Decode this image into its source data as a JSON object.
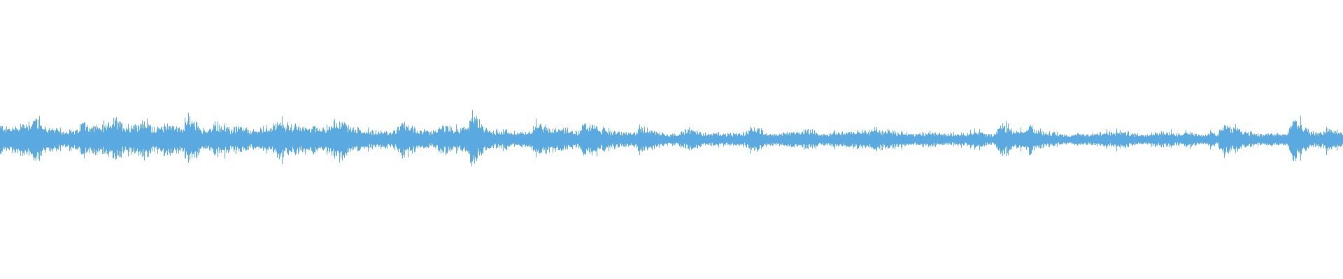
{
  "waveform": {
    "color": "#5aa9e0",
    "background": "#ffffff",
    "amplitude_envelope": [
      0.1,
      0.08,
      0.09,
      0.11,
      0.12,
      0.16,
      0.1,
      0.08,
      0.07,
      0.06,
      0.07,
      0.06,
      0.13,
      0.09,
      0.1,
      0.08,
      0.14,
      0.12,
      0.1,
      0.11,
      0.12,
      0.13,
      0.09,
      0.08,
      0.12,
      0.1,
      0.08,
      0.16,
      0.12,
      0.08,
      0.06,
      0.12,
      0.1,
      0.07,
      0.09,
      0.08,
      0.06,
      0.07,
      0.08,
      0.1,
      0.12,
      0.11,
      0.1,
      0.09,
      0.09,
      0.1,
      0.08,
      0.09,
      0.12,
      0.14,
      0.1,
      0.08,
      0.07,
      0.06,
      0.06,
      0.06,
      0.05,
      0.07,
      0.12,
      0.1,
      0.07,
      0.06,
      0.05,
      0.08,
      0.1,
      0.08,
      0.07,
      0.09,
      0.19,
      0.11,
      0.07,
      0.06,
      0.07,
      0.06,
      0.05,
      0.05,
      0.05,
      0.13,
      0.1,
      0.08,
      0.09,
      0.08,
      0.07,
      0.05,
      0.12,
      0.1,
      0.08,
      0.07,
      0.06,
      0.05,
      0.05,
      0.04,
      0.09,
      0.08,
      0.06,
      0.05,
      0.04,
      0.04,
      0.05,
      0.08,
      0.06,
      0.05,
      0.04,
      0.05,
      0.04,
      0.04,
      0.04,
      0.04,
      0.1,
      0.08,
      0.05,
      0.04,
      0.04,
      0.05,
      0.06,
      0.05,
      0.07,
      0.06,
      0.04,
      0.04,
      0.06,
      0.05,
      0.05,
      0.06,
      0.06,
      0.06,
      0.08,
      0.06,
      0.07,
      0.05,
      0.05,
      0.04,
      0.04,
      0.05,
      0.05,
      0.04,
      0.04,
      0.04,
      0.05,
      0.04,
      0.07,
      0.05,
      0.04,
      0.04,
      0.11,
      0.08,
      0.06,
      0.05,
      0.1,
      0.07,
      0.06,
      0.05,
      0.04,
      0.04,
      0.03,
      0.04,
      0.04,
      0.04,
      0.05,
      0.05,
      0.05,
      0.06,
      0.05,
      0.04,
      0.04,
      0.04,
      0.05,
      0.05,
      0.05,
      0.04,
      0.05,
      0.06,
      0.04,
      0.03,
      0.05,
      0.03,
      0.13,
      0.08,
      0.07,
      0.06,
      0.05,
      0.04,
      0.04,
      0.04,
      0.04,
      0.04,
      0.16,
      0.1,
      0.07,
      0.05,
      0.05,
      0.08,
      0.06,
      0.05
    ]
  }
}
